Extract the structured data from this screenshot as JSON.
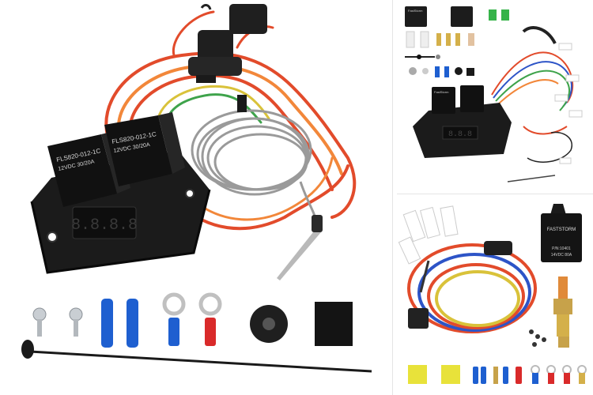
{
  "main": {
    "relay1": {
      "model": "FLS820-012-1C",
      "rating": "12VDC 30/20A"
    },
    "relay2": {
      "model": "FLS820-012-1C",
      "rating": "12VDC 30/20A"
    },
    "display_digits": "8.8.8.8"
  },
  "thumb1": {
    "brand": "FastStorm",
    "display_digits": "8.8.8"
  },
  "thumb2": {
    "brand": "FASTSTORM",
    "part_no": "P/N:10401",
    "rating": "14VDC 80A"
  },
  "colors": {
    "wire_red": "#e24b2b",
    "wire_orange": "#f2873a",
    "wire_yellow": "#d9c23a",
    "wire_green": "#3ea34b",
    "wire_blue": "#2d54c7",
    "wire_gray": "#9a9a9a",
    "terminal_blue": "#1e5fd0",
    "terminal_red": "#d92a2a",
    "fuse_green": "#36b34a",
    "fuse_yellow": "#e8e23a",
    "module_black": "#1b1b1b"
  }
}
